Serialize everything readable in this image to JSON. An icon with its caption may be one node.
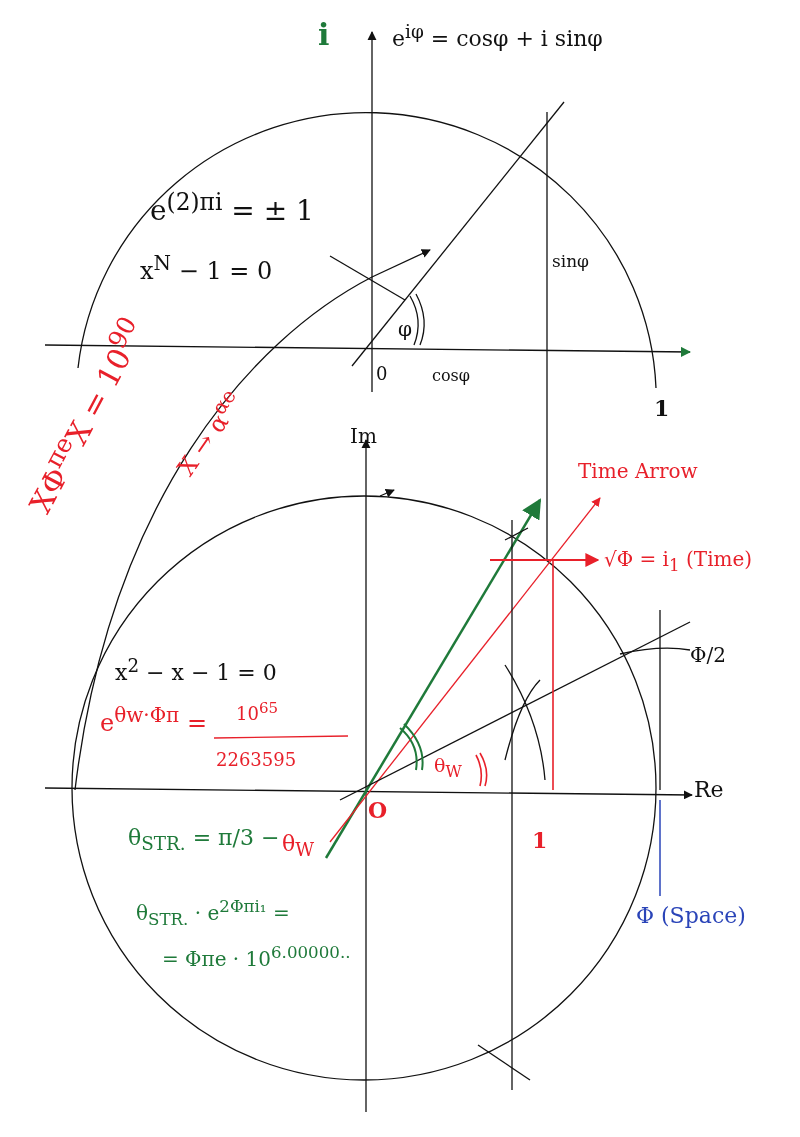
{
  "diagram": {
    "labels": [
      "i",
      "e$^{iφ}$ = cosφ + i sinφ",
      "e$^{(2)πi}$ = ± 1",
      "x$^{N}$ − 1 = 0",
      "φ",
      "sinφ",
      "0",
      "cosφ",
      "1",
      "XΦ$^{πe}$X = 10$^{90}$",
      "X → α$^{αe}$",
      "Im",
      "Time Arrow",
      "√Φ = i$_{1}$ (Time)",
      "Φ/2",
      "x$^{2}$ − x − 1 = 0",
      "e$^{θw·Φπ}$ =",
      "10$^{65}$",
      "2263595",
      "θ$_{W}$",
      "Re",
      "O",
      "1",
      "θ$_{STR.}$ = π/3 −",
      "θ$_{W}$",
      "θ$_{STR.}$ · e$^{2Φπi₁}$ =",
      "= Φπe · 10$^{6.00000..}$",
      "Φ (Space)"
    ]
  }
}
